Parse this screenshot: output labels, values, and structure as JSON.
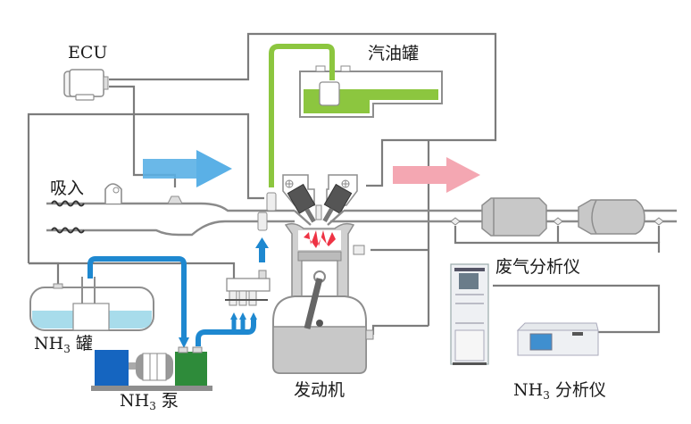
{
  "diagram": {
    "title": "NH3 / gasoline dual-fuel engine test system",
    "labels": {
      "ecu": "ECU",
      "gasoline_tank": "汽油罐",
      "intake": "吸入",
      "nh3_tank_prefix": "NH",
      "nh3_tank_sub": "3",
      "nh3_tank_suffix": " 罐",
      "nh3_pump_prefix": "NH",
      "nh3_pump_sub": "3",
      "nh3_pump_suffix": " 泵",
      "engine": "发动机",
      "exhaust_analyzer": "废气分析仪",
      "nh3_analyzer_prefix": "NH",
      "nh3_analyzer_sub": "3",
      "nh3_analyzer_suffix": " 分析仪"
    },
    "colors": {
      "gasoline": "#8cc63f",
      "ammonia_line": "#1e88d0",
      "ammonia_liquid": "#a8dceb",
      "intake_arrow": "#5ab0e6",
      "exhaust_arrow": "#f4a7b2",
      "pump_motor": "#1565c0",
      "pump_head": "#2e8b3a",
      "combustion": "#ee3344",
      "wire": "#7c7c7c"
    },
    "flows": [
      {
        "from": "gasoline_tank",
        "to": "gasoline_injector",
        "medium": "gasoline"
      },
      {
        "from": "nh3_tank",
        "to": "nh3_pump",
        "medium": "NH3"
      },
      {
        "from": "nh3_pump",
        "to": "nh3_injector_rail",
        "medium": "NH3"
      },
      {
        "from": "intake",
        "to": "engine",
        "medium": "air"
      },
      {
        "from": "engine",
        "to": "exhaust",
        "medium": "exhaust gas"
      }
    ]
  }
}
